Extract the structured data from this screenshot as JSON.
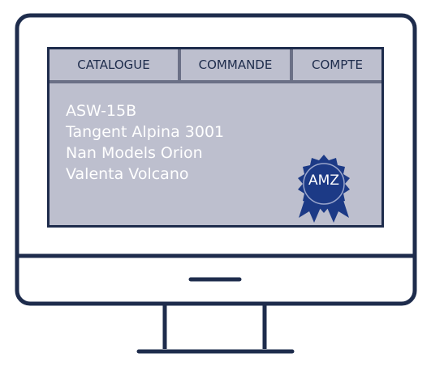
{
  "nav": {
    "tabs": [
      {
        "label": "CATALOGUE"
      },
      {
        "label": "COMMANDE"
      },
      {
        "label": "COMPTE"
      }
    ]
  },
  "catalogue": {
    "items": [
      {
        "label": "ASW-15B"
      },
      {
        "label": "Tangent Alpina 3001"
      },
      {
        "label": "Nan Models Orion"
      },
      {
        "label": "Valenta Volcano"
      }
    ]
  },
  "badge": {
    "label": "AMZ",
    "icon": "award-ribbon-icon"
  },
  "colors": {
    "outline": "#1e2c4c",
    "screen": "#bdbfce",
    "divider": "#6b7086",
    "badge": "#1c3a86"
  }
}
